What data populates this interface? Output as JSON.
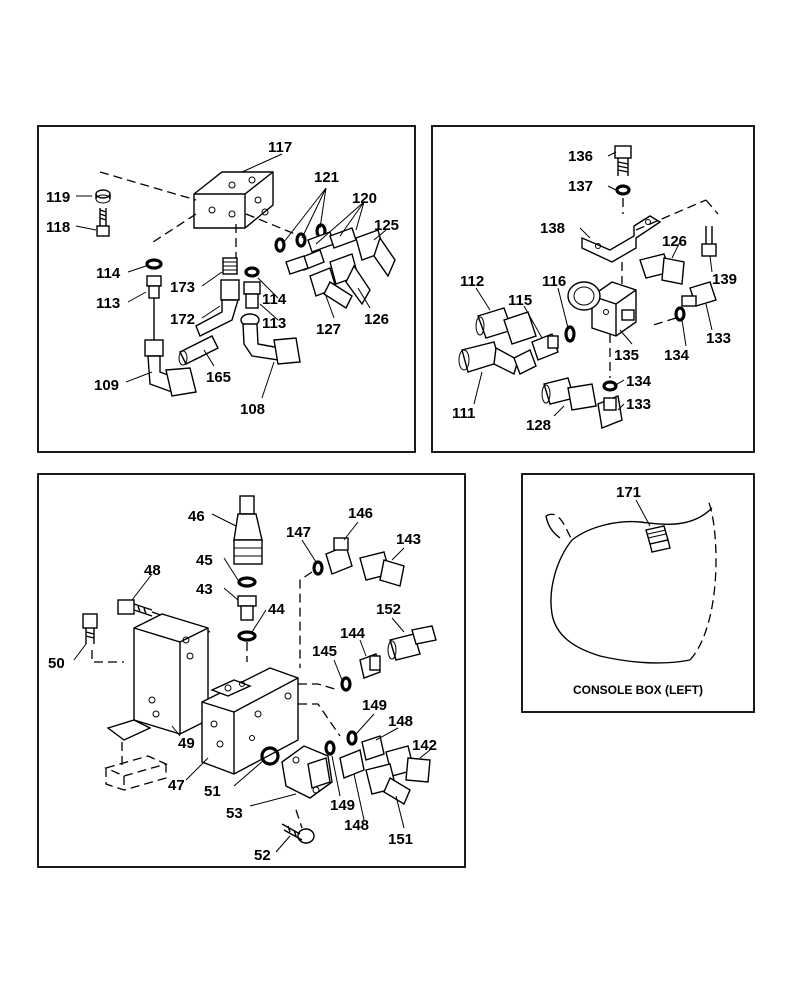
{
  "panels": {
    "top_left": {
      "labels": [
        "117",
        "121",
        "120",
        "119",
        "118",
        "125",
        "114",
        "113",
        "173",
        "172",
        "114",
        "113",
        "127",
        "126",
        "109",
        "165",
        "108"
      ]
    },
    "top_right": {
      "labels": [
        "136",
        "137",
        "138",
        "126",
        "139",
        "112",
        "116",
        "115",
        "133",
        "135",
        "134",
        "111",
        "134",
        "128",
        "133"
      ]
    },
    "bottom_left": {
      "labels": [
        "46",
        "147",
        "146",
        "143",
        "45",
        "48",
        "43",
        "44",
        "50",
        "152",
        "144",
        "145",
        "149",
        "148",
        "142",
        "49",
        "47",
        "51",
        "53",
        "149",
        "148",
        "151",
        "52"
      ]
    },
    "bottom_right": {
      "labels": [
        "171"
      ],
      "caption": "CONSOLE BOX (LEFT)"
    }
  }
}
